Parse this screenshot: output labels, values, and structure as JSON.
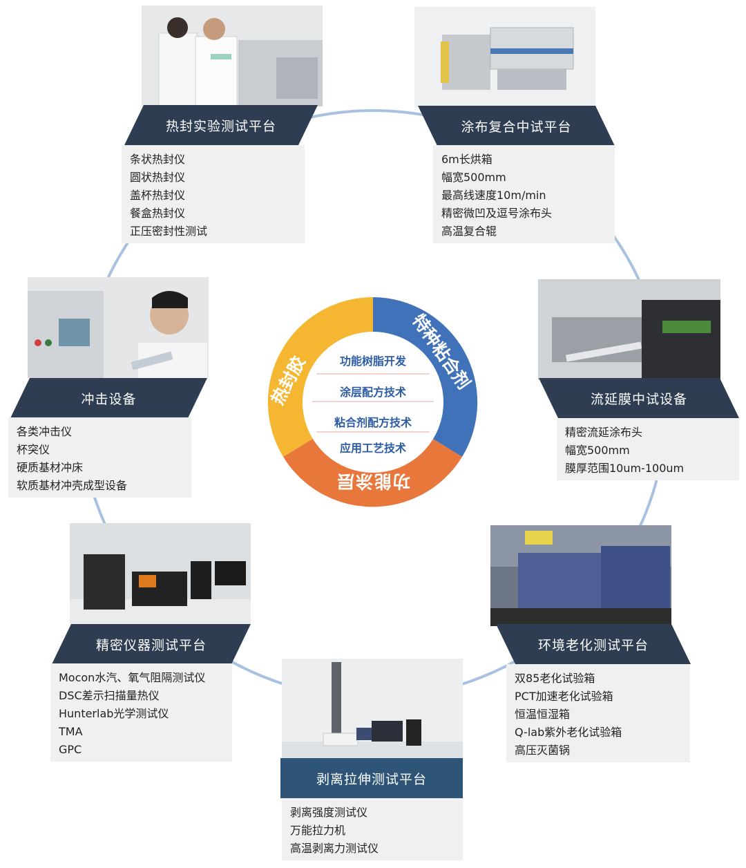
{
  "hub": {
    "segments": [
      {
        "label": "热封胶",
        "color": "#f5b731"
      },
      {
        "label": "特种粘合剂",
        "color": "#3f72b8"
      },
      {
        "label": "功能涂层",
        "color": "#e8773b"
      }
    ],
    "inner_items": [
      "功能树脂开发",
      "涂层配方技术",
      "粘合剂配方技术",
      "应用工艺技术"
    ],
    "inner_text_color": "#2d5da4"
  },
  "platforms": [
    {
      "title": "热封实验测试平台",
      "items": [
        "条状热封仪",
        "圆状热封仪",
        "盖杯热封仪",
        "餐盒热封仪",
        "正压密封性测试"
      ]
    },
    {
      "title": "涂布复合中试平台",
      "items": [
        "6m长烘箱",
        "幅宽500mm",
        "最高线速度10m/min",
        "精密微凹及逗号涂布头",
        "高温复合辊"
      ]
    },
    {
      "title": "冲击设备",
      "items": [
        "各类冲击仪",
        "杯突仪",
        "硬质基材冲床",
        "软质基材冲壳成型设备"
      ]
    },
    {
      "title": "流延膜中试设备",
      "items": [
        "精密流延涂布头",
        "幅宽500mm",
        "膜厚范围10um-100um"
      ]
    },
    {
      "title": "精密仪器测试平台",
      "items": [
        "Mocon水汽、氧气阻隔测试仪",
        "DSC差示扫描量热仪",
        "Hunterlab光学测试仪",
        "TMA",
        "GPC"
      ]
    },
    {
      "title": "环境老化测试平台",
      "items": [
        "双85老化试验箱",
        "PCT加速老化试验箱",
        "恒温恒湿箱",
        "Q-lab紫外老化试验箱",
        "高压灭菌锅"
      ]
    },
    {
      "title": "剥离拉伸测试平台",
      "items": [
        "剥离强度测试仪",
        "万能拉力机",
        "高温剥离力测试仪"
      ]
    }
  ],
  "colors": {
    "banner": "#2e3d52",
    "banner_bottom": "#2e5577",
    "ring": "#a9c1e0",
    "list_bg": "#f0f0f1"
  }
}
